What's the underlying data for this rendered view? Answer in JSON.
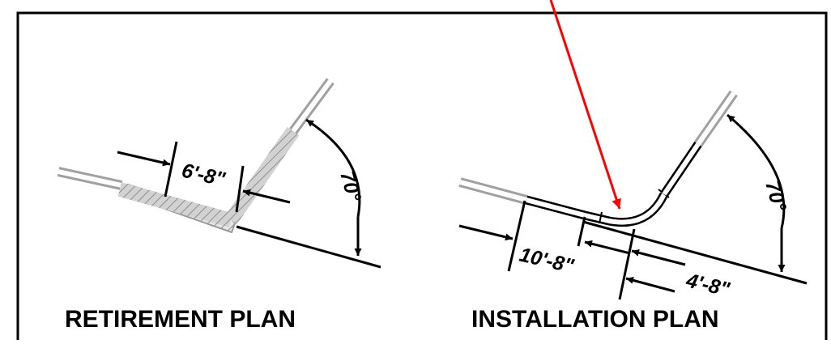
{
  "retirement_plan": {
    "title": "RETIREMENT PLAN",
    "dimension": "6'-8\"",
    "angle": "70°"
  },
  "installation_plan": {
    "title": "INSTALLATION PLAN",
    "dimension_long": "10'-8\"",
    "dimension_short": "4'-8\"",
    "angle": "70°"
  },
  "colors": {
    "line": "#000000",
    "pipe": "#a0a0a0",
    "callout_arrow": "#ff0000"
  }
}
